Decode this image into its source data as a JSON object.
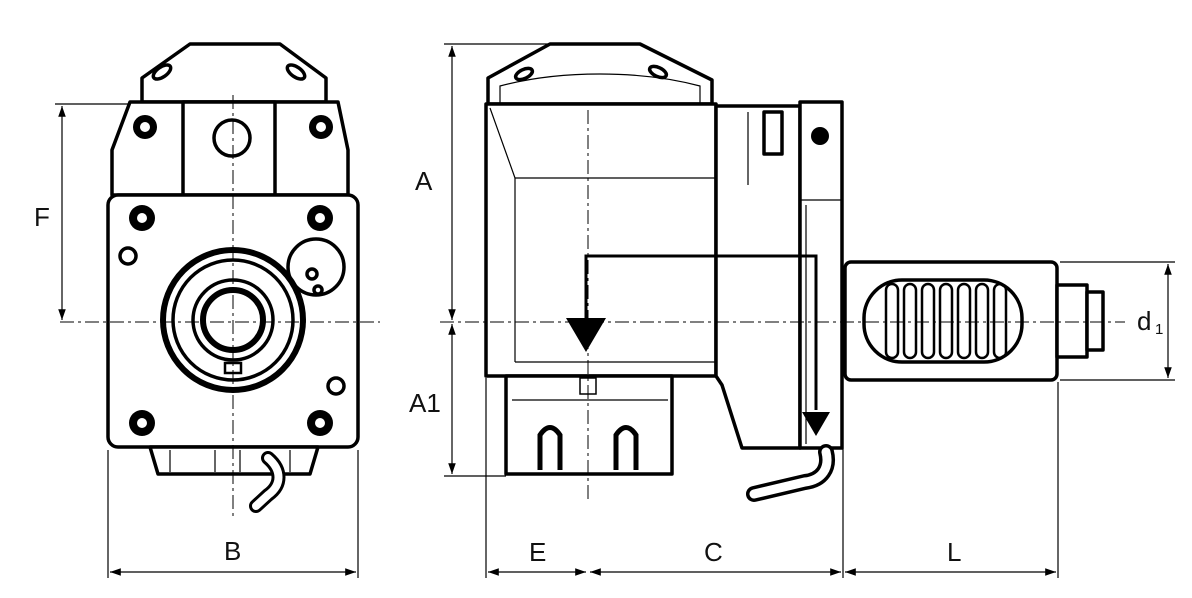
{
  "drawing": {
    "labels": {
      "F": "F",
      "B": "B",
      "A": "A",
      "A1": "A1",
      "E": "E",
      "C": "C",
      "L": "L",
      "d_main": "d",
      "d_sub": "1"
    }
  }
}
